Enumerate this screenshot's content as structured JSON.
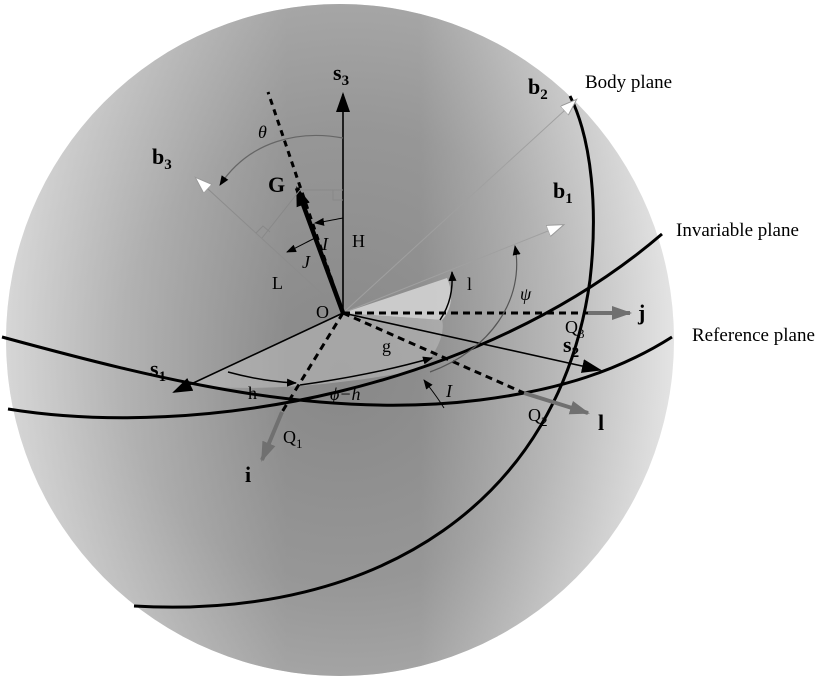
{
  "planes": {
    "body": "Body plane",
    "invariable": "Invariable plane",
    "reference": "Reference plane"
  },
  "points": {
    "origin": "O",
    "q1": "Q",
    "q1_sub": "1",
    "q2": "Q",
    "q2_sub": "2",
    "q3": "Q",
    "q3_sub": "3"
  },
  "vectors": {
    "s1": "s",
    "s1_sub": "1",
    "s2": "s",
    "s2_sub": "2",
    "s3": "s",
    "s3_sub": "3",
    "b1": "b",
    "b1_sub": "1",
    "b2": "b",
    "b2_sub": "2",
    "b3": "b",
    "b3_sub": "3",
    "i": "i",
    "j": "j",
    "l": "l",
    "G": "G"
  },
  "labels": {
    "theta": "θ",
    "H": "H",
    "I_upper": "I",
    "J": "J",
    "L": "L",
    "l_angle": "l",
    "psi": "ψ",
    "g": "g",
    "h": "h",
    "phi_h": "ϕ−h",
    "I_lower": "I"
  },
  "colors": {
    "sphere_light": "#e6e6e6",
    "sphere_dark": "#8a8a8a",
    "arc": "#000000",
    "axis_gray": "#6e6e6e",
    "thin_gray": "#a8a8a8",
    "wedge": "#c8c8c8"
  }
}
